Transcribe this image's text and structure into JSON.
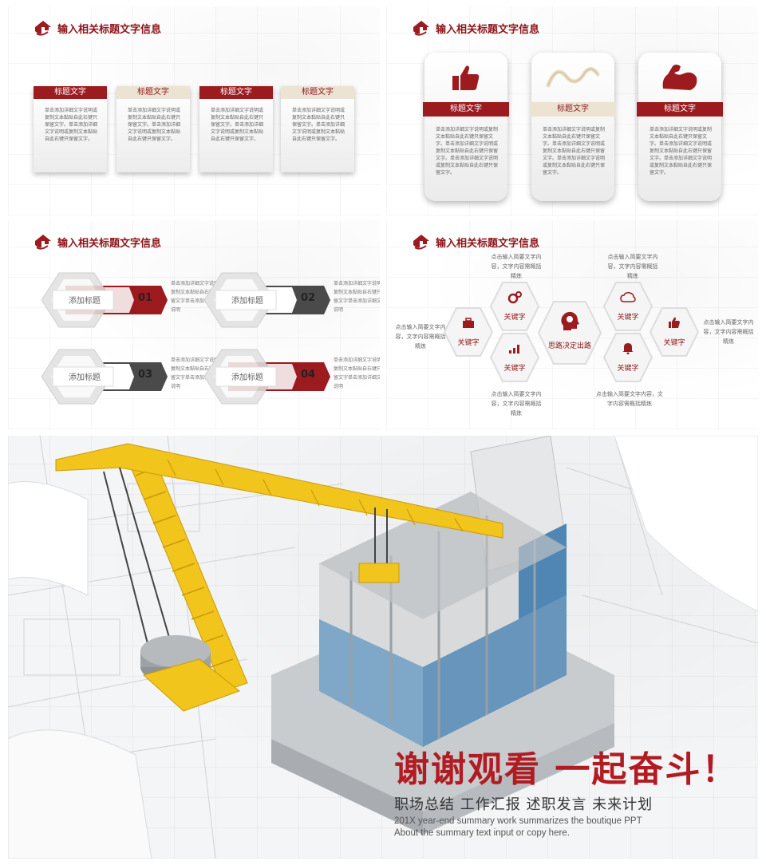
{
  "header_title": "输入相关标题文字信息",
  "colors": {
    "accent": "#9b1b1f",
    "beige": "#ede3d2"
  },
  "slide1": {
    "cards": [
      {
        "label": "标题文字",
        "style": "red",
        "text": "单击添加详细文字说明或复制文本黏贴自此右键只保留文字。单击添加详细文字说明或复制文本黏贴自此右键只保留文字。"
      },
      {
        "label": "标题文字",
        "style": "beige",
        "text": "单击添加详细文字说明或复制文本黏贴自此右键只保留文字。单击添加详细文字说明或复制文本黏贴自此右键只保留文字。"
      },
      {
        "label": "标题文字",
        "style": "red",
        "text": "单击添加详细文字说明或复制文本黏贴自此右键只保留文字。单击添加详细文字说明或复制文本黏贴自此右键只保留文字。"
      },
      {
        "label": "标题文字",
        "style": "beige",
        "text": "单击添加详细文字说明或复制文本黏贴自此右键只保留文字。单击添加详细文字说明或复制文本黏贴自此右键只保留文字。"
      }
    ]
  },
  "slide2": {
    "cards": [
      {
        "label": "标题文字",
        "style": "red",
        "icon": "thumbs-up-icon",
        "text": "单击添加详细文字说明或复制文本黏贴自此右键只保留文字。单击添加详细文字说明或复制文本黏贴自此右键只保留文字。单击添加详细文字说明或复制文本黏贴自此右键只保留文字。"
      },
      {
        "label": "标题文字",
        "style": "beige",
        "icon": "ribbon-icon",
        "text": "单击添加详细文字说明或复制文本黏贴自此右键只保留文字。单击添加详细文字说明或复制文本黏贴自此右键只保留文字。单击添加详细文字说明或复制文本黏贴自此右键只保留文字。"
      },
      {
        "label": "标题文字",
        "style": "red",
        "icon": "flexed-arm-icon",
        "text": "单击添加详细文字说明或复制文本黏贴自此右键只保留文字。单击添加详细文字说明或复制文本黏贴自此右键只保留文字。单击添加详细文字说明或复制文本黏贴自此右键只保留文字。"
      }
    ]
  },
  "slide3": {
    "items": [
      {
        "label": "添加标题",
        "num": "01",
        "color": "#9b1b1f",
        "text": "单击添加详细文字说明或复制文本黏贴自右键只保留文字单击添加详细文字说明"
      },
      {
        "label": "添加标题",
        "num": "02",
        "color": "#4a4a4a",
        "text": "单击添加详细文字说明或复制文本黏贴自右键只保留文字单击添加详细文字说明"
      },
      {
        "label": "添加标题",
        "num": "03",
        "color": "#4a4a4a",
        "text": "单击添加详细文字说明或复制文本黏贴自右键只保留文字单击添加详细文字说明"
      },
      {
        "label": "添加标题",
        "num": "04",
        "color": "#9b1b1f",
        "text": "单击添加详细文字说明或复制文本黏贴自右键只保留文字单击添加详细文字说明"
      }
    ]
  },
  "slide4": {
    "center": "思路决定出路",
    "keyword": "关键字",
    "notes": {
      "top_left": "点击输入简要文字内容，文字内容需概括精炼",
      "top_right": "点击输入简要文字内容，文字内容需概括精炼",
      "left": "点击输入简要文字内容，文字内容需概括精炼",
      "right": "点击输入简要文字内容，文字内容需概括精炼",
      "bottom_left": "点击输入简要文字内容，文字内容需概括精炼",
      "bottom_right": "点击输入简要文字内容，文字内容需概括精炼"
    }
  },
  "slide5": {
    "closing": "谢谢观看  一起奋斗！",
    "subline": "职场总结  工作汇报  述职发言  未来计划",
    "eng1": "201X year-end summary work summarizes the boutique PPT",
    "eng2": "About the summary text input or copy here."
  }
}
